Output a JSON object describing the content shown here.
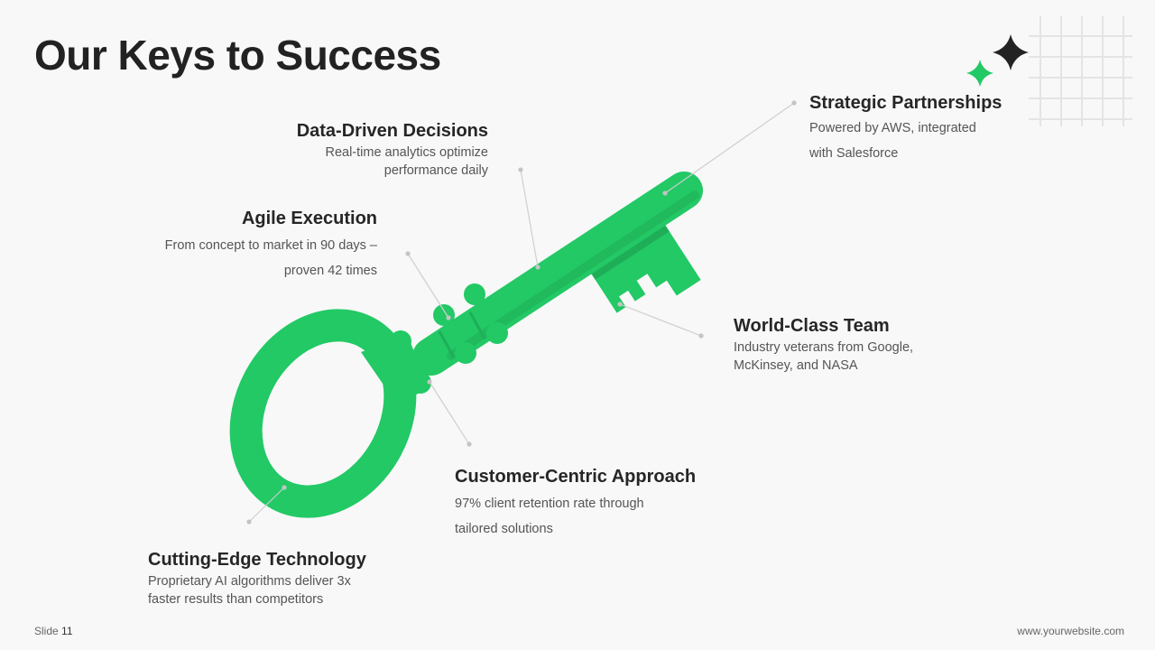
{
  "slide": {
    "title": "Our Keys to Success",
    "slide_label": "Slide",
    "slide_number": "11",
    "website": "www.yourwebsite.com"
  },
  "colors": {
    "key": "#22c965",
    "key_shadow": "#1fae58",
    "accent_dark": "#232323",
    "accent_green": "#22c965",
    "grid": "#e4e4e4",
    "leader": "#cfcfcf"
  },
  "callouts": [
    {
      "id": "data-driven-decisions",
      "title": "Data-Driven Decisions",
      "lines": [
        "Real-time analytics optimize",
        "performance daily"
      ]
    },
    {
      "id": "strategic-partnerships",
      "title": "Strategic Partnerships",
      "lines": [
        "Powered by AWS, integrated",
        "with Salesforce"
      ]
    },
    {
      "id": "agile-execution",
      "title": "Agile Execution",
      "lines": [
        "From concept to market in 90 days –",
        "proven 42 times"
      ]
    },
    {
      "id": "world-class-team",
      "title": "World-Class Team",
      "lines": [
        "Industry veterans from Google,",
        "McKinsey, and NASA"
      ]
    },
    {
      "id": "customer-centric-approach",
      "title": "Customer-Centric Approach",
      "lines": [
        "97% client retention rate through",
        "tailored solutions"
      ]
    },
    {
      "id": "cutting-edge-technology",
      "title": "Cutting-Edge Technology",
      "lines": [
        "Proprietary AI algorithms deliver 3x",
        "faster results than competitors"
      ]
    }
  ]
}
